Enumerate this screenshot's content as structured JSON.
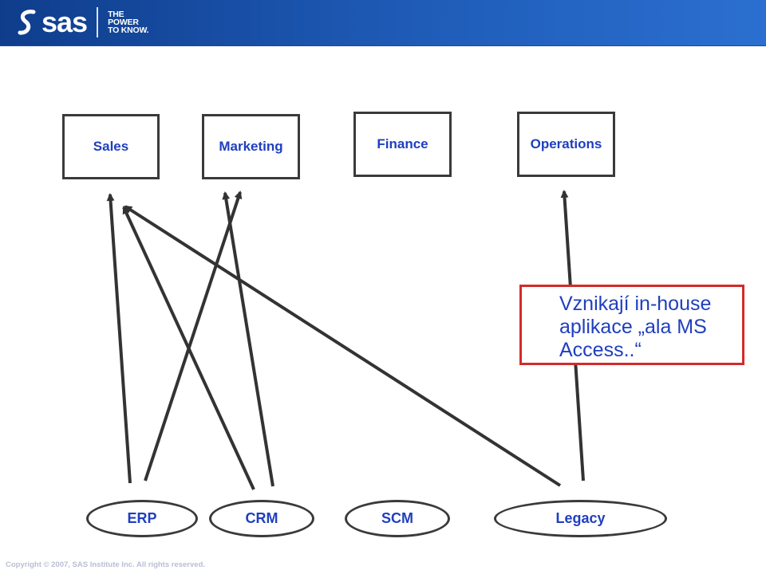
{
  "header": {
    "brand": "sas",
    "tagline": [
      "THE",
      "POWER",
      "TO KNOW."
    ]
  },
  "departments": [
    {
      "id": "sales",
      "label": "Sales"
    },
    {
      "id": "marketing",
      "label": "Marketing"
    },
    {
      "id": "finance",
      "label": "Finance"
    },
    {
      "id": "operations",
      "label": "Operations"
    }
  ],
  "systems": [
    {
      "id": "erp",
      "label": "ERP"
    },
    {
      "id": "crm",
      "label": "CRM"
    },
    {
      "id": "scm",
      "label": "SCM"
    },
    {
      "id": "legacy",
      "label": "Legacy"
    }
  ],
  "callout": {
    "lines": [
      "Vznikají in-house",
      "aplikace „ala MS",
      "Access..“"
    ]
  },
  "connections": [
    {
      "from": "erp",
      "to": "sales"
    },
    {
      "from": "crm",
      "to": "sales"
    },
    {
      "from": "legacy",
      "to": "sales"
    },
    {
      "from": "erp",
      "to": "marketing"
    },
    {
      "from": "crm",
      "to": "marketing"
    },
    {
      "from": "legacy",
      "to": "operations"
    }
  ],
  "colors": {
    "label": "#1f3fbf",
    "box_border": "#3a3a3a",
    "arrow": "#333333",
    "callout_border": "#d42a2a",
    "header": "#1f5cb8"
  },
  "footer": "Copyright © 2007, SAS Institute Inc. All rights reserved."
}
